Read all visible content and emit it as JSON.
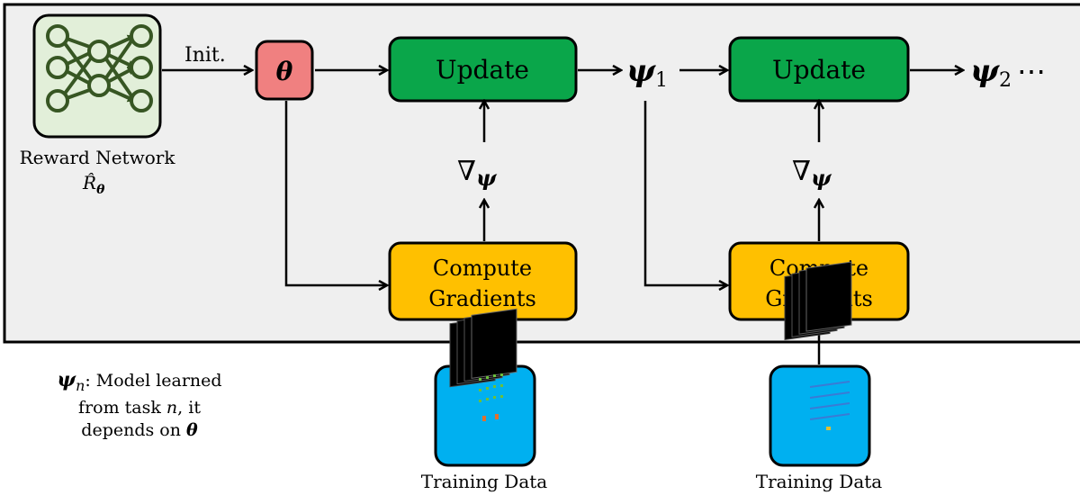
{
  "reward_network": {
    "caption": "Reward Network",
    "symbol": "R̂",
    "subscript": "θ"
  },
  "init_label": "Init.",
  "theta_symbol": "θ",
  "update_label": "Update",
  "compute_gradients_label": [
    "Compute",
    "Gradients"
  ],
  "gradient_symbol": "∇",
  "gradient_subscript": "ψ",
  "psi": {
    "symbol": "ψ",
    "sub1": "1",
    "sub2": "2",
    "ellipsis": "⋯"
  },
  "training_data_label": "Training Data",
  "legend": {
    "symbol": "ψ",
    "subscript": "n",
    "text_1": ": Model learned",
    "text_2a": "from task ",
    "text_2_var": "n",
    "text_2b": ", it",
    "text_3": "depends on ",
    "text_3_var": "θ"
  },
  "colors": {
    "panel_bg": "#efefef",
    "network_bg": "#e2efd9",
    "network_stroke": "#375623",
    "theta_fill": "#f08080",
    "update_fill": "#0aa64a",
    "gradient_fill": "#ffc000",
    "data_fill": "#00b0f0"
  }
}
